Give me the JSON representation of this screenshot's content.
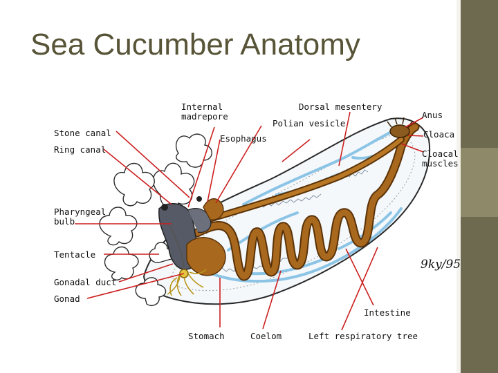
{
  "slide": {
    "title": "Sea Cucumber Anatomy"
  },
  "diagram": {
    "labels": {
      "internal_madrepore": "Internal\nmadrepore",
      "dorsal_mesentery": "Dorsal mesentery",
      "anus": "Anus",
      "stone_canal": "Stone canal",
      "polian_vesicle": "Polian vesicle",
      "esophagus": "Esophagus",
      "cloaca": "Cloaca",
      "ring_canal": "Ring canal",
      "cloacal_muscles": "Cloacal\nmuscles",
      "pharyngeal_bulb": "Pharyngeal\nbulb",
      "tentacle": "Tentacle",
      "gonadal_duct": "Gonadal duct",
      "gonad": "Gonad",
      "intestine": "Intestine",
      "stomach": "Stomach",
      "coelom": "Coelom",
      "left_respiratory_tree": "Left respiratory tree",
      "signature": "9ky/95"
    },
    "colors": {
      "label_line": "#cc1f1f",
      "gut": "#a8681d",
      "gut_dark": "#5a3208",
      "respiratory_tree": "#8cc4e6",
      "body_outline": "#2a2a2a",
      "gonad": "#e6c640",
      "pharynx": "#555a66"
    }
  }
}
